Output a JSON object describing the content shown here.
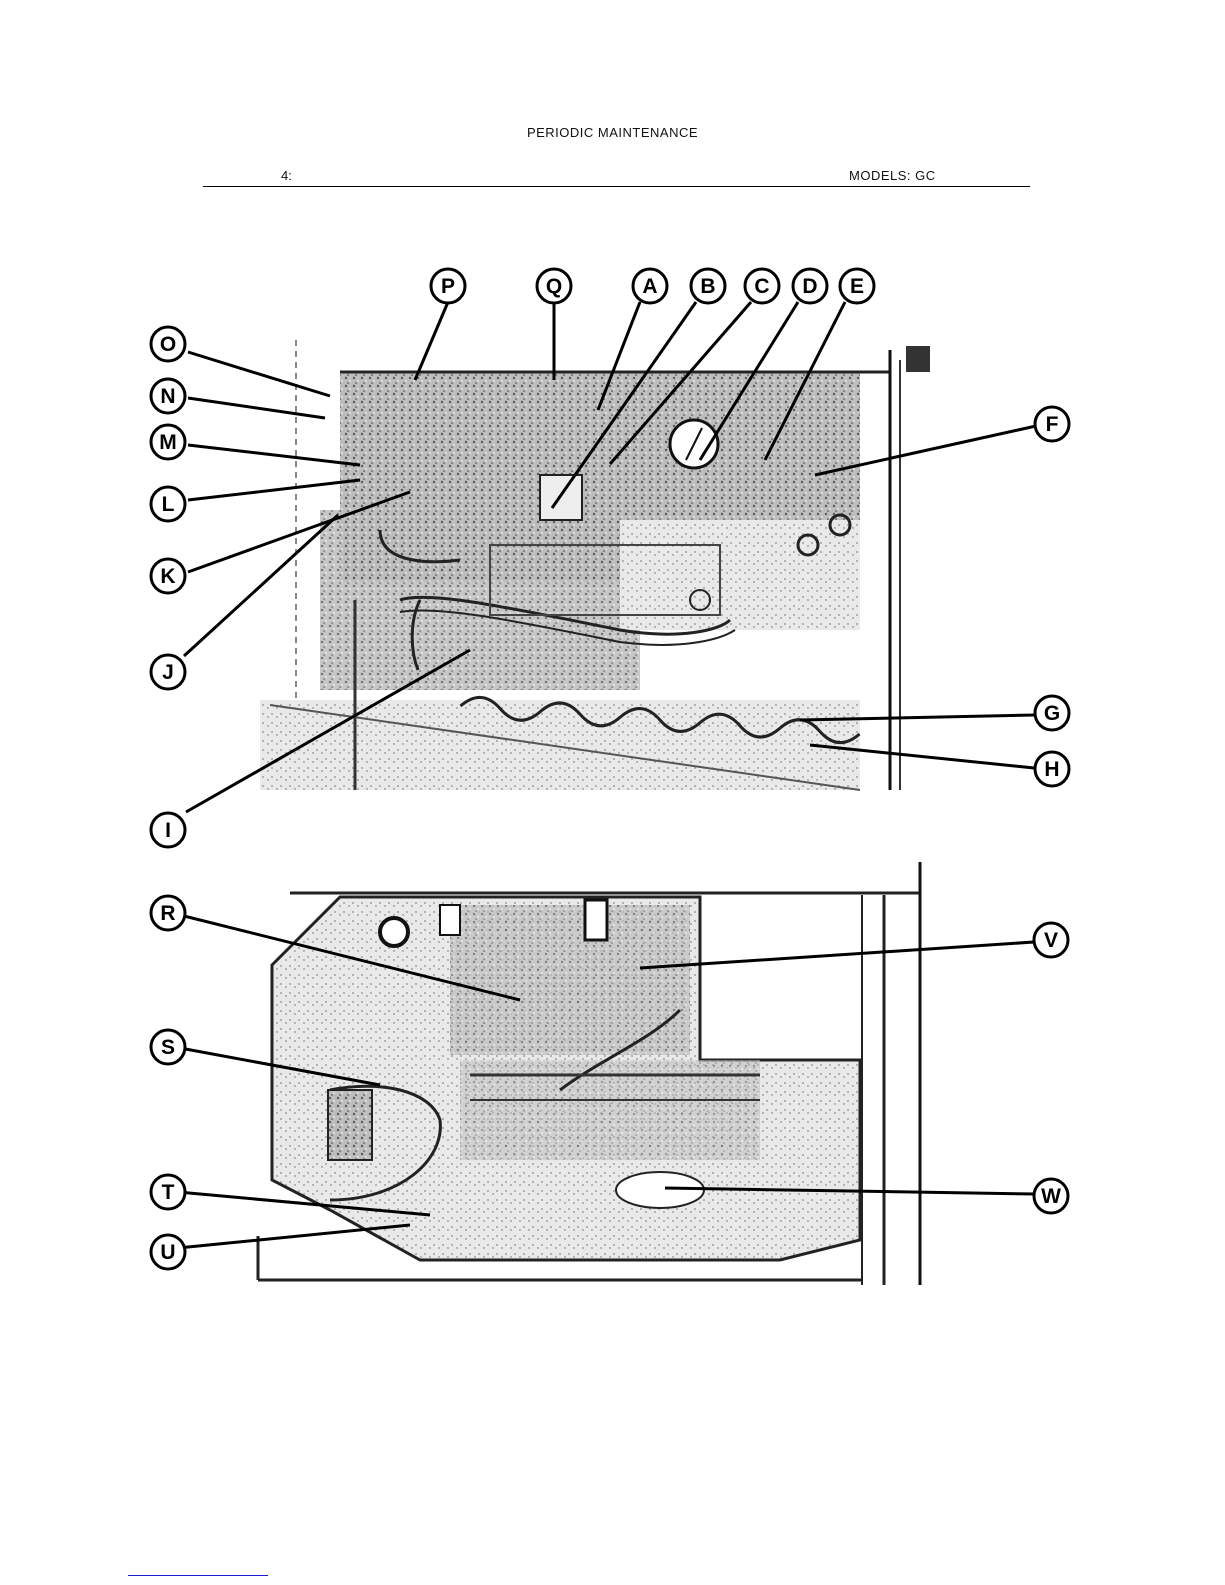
{
  "header": {
    "title": "PERIODIC MAINTENANCE",
    "section": "4:",
    "models": "MODELS: GC"
  },
  "figure": {
    "top_callouts": [
      "P",
      "Q",
      "A",
      "B",
      "C",
      "D",
      "E"
    ],
    "left_callouts_upper": [
      "O",
      "N",
      "M",
      "L",
      "K",
      "J",
      "I"
    ],
    "right_callouts_upper": [
      "F",
      "G",
      "H"
    ],
    "left_callouts_lower": [
      "R",
      "S",
      "T",
      "U"
    ],
    "right_callouts_lower": [
      "V",
      "W"
    ]
  }
}
